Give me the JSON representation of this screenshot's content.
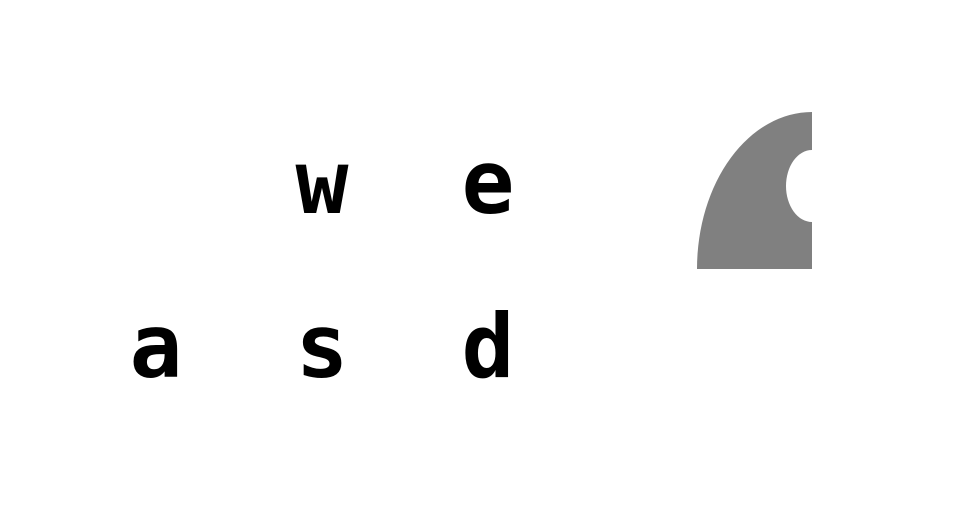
{
  "keys": {
    "w": "w",
    "e": "e",
    "a": "a",
    "s": "s",
    "d": "d"
  },
  "colors": {
    "background": "#ffffff",
    "key_text": "#000000",
    "shape_fill": "#808080"
  },
  "icons": {
    "shape": "quarter-disc-with-notch-icon"
  }
}
